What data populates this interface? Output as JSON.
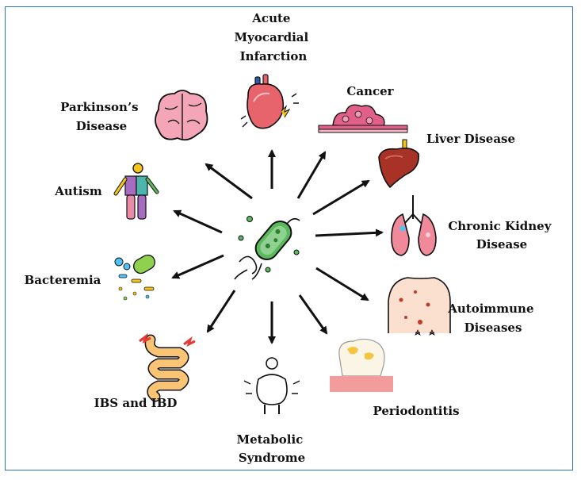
{
  "center": {
    "name": "bacterium",
    "icon": "bacterium-icon"
  },
  "labels": {
    "ami": [
      "Acute",
      "Myocardial",
      "Infarction"
    ],
    "cancer": [
      "Cancer"
    ],
    "parkinsons": [
      "Parkinson’s",
      "Disease"
    ],
    "liver": [
      "Liver Disease"
    ],
    "autism": [
      "Autism"
    ],
    "ckd": [
      "Chronic Kidney",
      "Disease"
    ],
    "bacteremia": [
      "Bacteremia"
    ],
    "autoimmune": [
      "Autoimmune",
      "Diseases"
    ],
    "ibs": [
      "IBS and IBD"
    ],
    "periodontitis": [
      "Periodontitis"
    ],
    "metabolic": [
      "Metabolic",
      "Syndrome"
    ]
  },
  "icons": {
    "ami": "heart-icon",
    "cancer": "tumor-icon",
    "parkinsons": "brain-icon",
    "liver": "liver-icon",
    "autism": "puzzle-person-icon",
    "ckd": "lungs-kidney-icon",
    "bacteremia": "bacteria-cluster-icon",
    "autoimmune": "skin-rash-torso-icon",
    "ibs": "intestine-icon",
    "periodontitis": "tooth-icon",
    "metabolic": "obese-person-icon"
  },
  "colors": {
    "border": "#2e75b6",
    "arrow": "#111111",
    "bacteria_body": "#5cb85c",
    "heart": "#e8646c",
    "brain": "#f4a6b8",
    "liver": "#a93226",
    "tooth_gum": "#f39c9c",
    "intestine": "#f9c574"
  }
}
